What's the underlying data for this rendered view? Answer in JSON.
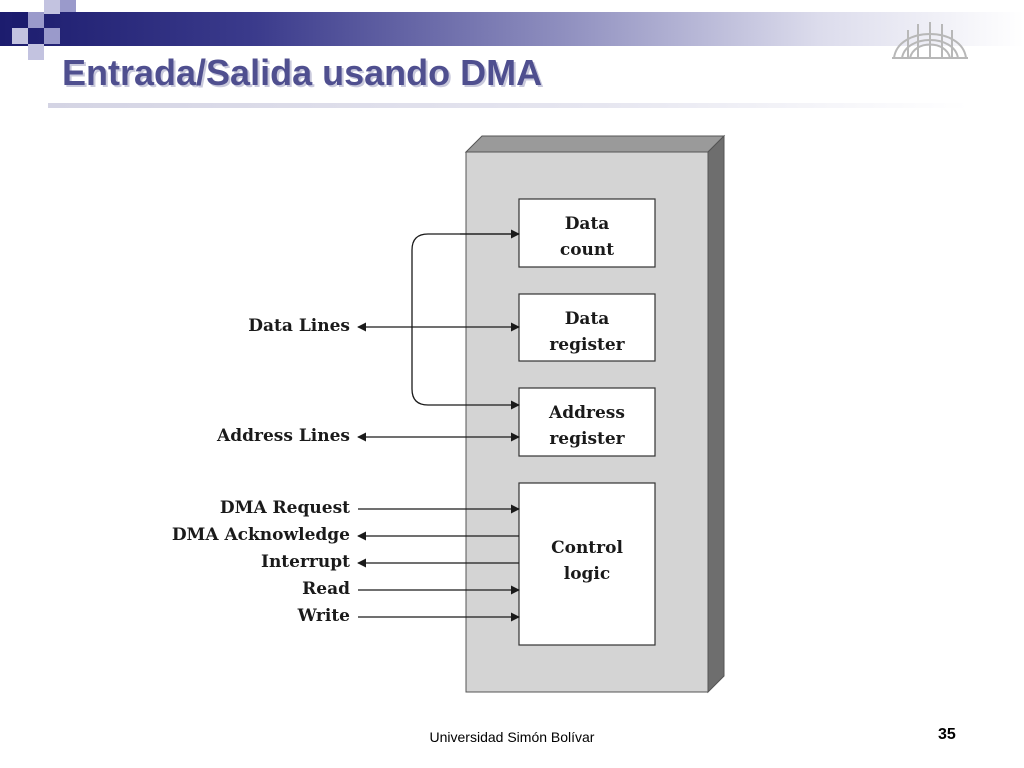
{
  "slide": {
    "title": "Entrada/Salida usando DMA",
    "footer": "Universidad Simón Bolívar",
    "page_number": "35"
  },
  "diagram": {
    "registers": [
      {
        "line1": "Data",
        "line2": "count"
      },
      {
        "line1": "Data",
        "line2": "register"
      },
      {
        "line1": "Address",
        "line2": "register"
      }
    ],
    "control": {
      "line1": "Control",
      "line2": "logic"
    },
    "signals": [
      {
        "label": "Data Lines",
        "direction": "bidirectional"
      },
      {
        "label": "Address Lines",
        "direction": "bidirectional"
      },
      {
        "label": "DMA Request",
        "direction": "in"
      },
      {
        "label": "DMA Acknowledge",
        "direction": "out"
      },
      {
        "label": "Interrupt",
        "direction": "out"
      },
      {
        "label": "Read",
        "direction": "in"
      },
      {
        "label": "Write",
        "direction": "in"
      }
    ]
  },
  "colors": {
    "header_dark": "#1c1c6e",
    "title": "#4f4f8f",
    "module_face": "#d4d4d4",
    "module_side": "#6e6e6e",
    "module_top": "#9a9a9a"
  }
}
